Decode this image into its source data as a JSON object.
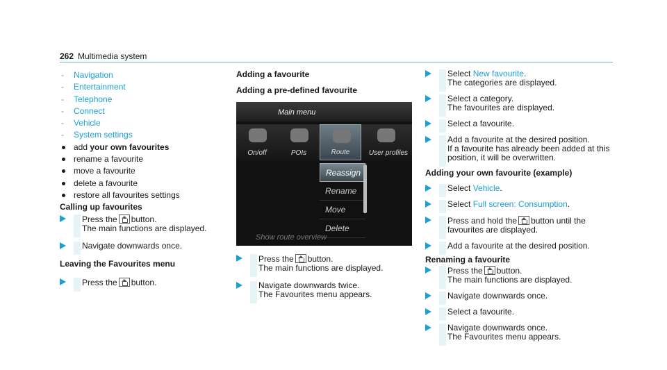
{
  "header": {
    "page_number": "262",
    "title": "Multimedia sy­stem"
  },
  "col1": {
    "sublist": [
      "Navigation",
      "Entertainment",
      "Telephone",
      "Connect",
      "Vehicle",
      "System settings"
    ],
    "bullets": [
      {
        "pre": "add ",
        "bold": "your own fa­vourites"
      },
      {
        "pre": "rename a fa­vourite",
        "bold": ""
      },
      {
        "pre": "mo­ve a fa­vourite",
        "bold": ""
      },
      {
        "pre": "dele­te a fa­vourite",
        "bold": ""
      },
      {
        "pre": "restore all fa­vourites settings",
        "bold": ""
      }
    ],
    "h_calling": "Calling up fa­vourites",
    "calling_step1_a": "Press the",
    "calling_step1_b": "button.",
    "calling_step1_c": "The main functions are displa­yed.",
    "calling_step2": "Navigate down­wards once.",
    "h_leaving": "Leaving the Fa­vourites menu",
    "leaving_step1_a": "Press the",
    "leaving_step1_b": "button."
  },
  "col2": {
    "h1": "Adding a fa­vourite",
    "h2": "Adding a pre-defined fa­vourite",
    "screen": {
      "topbar": "Main menu",
      "tiles": [
        "On/off",
        "POIs",
        "Route",
        "User profiles"
      ],
      "menu": [
        "Reassign",
        "Rename",
        "Move",
        "Delete"
      ],
      "bottom": "Show route overview"
    },
    "step1_a": "Press the",
    "step1_b": "button.",
    "step1_c": "The main functions are displa­yed.",
    "step2_a": "Navigate down­wards twice.",
    "step2_b": "The Fa­vourites menu appears."
  },
  "col3": {
    "s1_a": "Select ",
    "s1_link": "New fa­vourite",
    "s1_b": ".",
    "s1_c": "The categories are displa­yed.",
    "s2_a": "Select a categor­y.",
    "s2_b": "The fa­vourites are displa­yed.",
    "s3": "Select a fa­vourite.",
    "s4_a": "Add a fa­vourite at the desired position.",
    "s4_b": "If a fa­vourite has already been added at this position, it will be overwritten.",
    "h_own": "Adding your own fa­vourite (example)",
    "o1_a": "Select ",
    "o1_link": "Vehicle",
    "o1_b": ".",
    "o2_a": "Select ",
    "o2_link": "Full screen: Consumption",
    "o2_b": ".",
    "o3_a": "Press and hold the",
    "o3_b": "button until the",
    "o3_c": "fa­vourites are displa­yed.",
    "o4": "Add a fa­vourite at the desired position.",
    "h_rename": "Re­naming a fa­vourite",
    "r1_a": "Press the",
    "r1_b": "button.",
    "r1_c": "The main functions are displa­yed.",
    "r2": "Navigate down­wards once.",
    "r3": "Select a fa­vourite.",
    "r4_a": "Navigate down­wards once.",
    "r4_b": "The Fa­vourites menu appears."
  }
}
